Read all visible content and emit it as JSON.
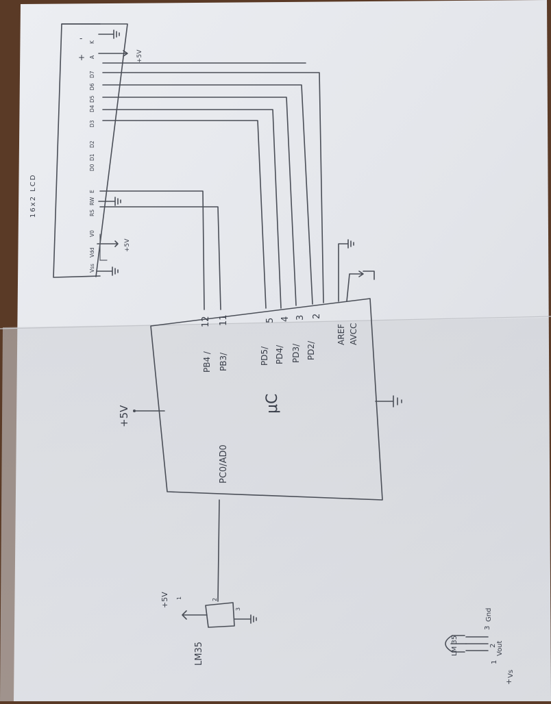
{
  "lcd": {
    "title": "16x2 LCD",
    "pins": [
      "Vss",
      "Vdd",
      "V0",
      "RS",
      "RW",
      "E",
      "D0",
      "D1",
      "D2",
      "D3",
      "D4",
      "D5",
      "D6",
      "D7",
      "A",
      "K"
    ],
    "plus": "+",
    "minus": "-",
    "supply": "+5V"
  },
  "mcu": {
    "label": "μC",
    "supply": "+5V",
    "pins": [
      {
        "num": "12",
        "name": "PB4 /"
      },
      {
        "num": "11",
        "name": "PB3/"
      },
      {
        "num": "5",
        "name": "PD5/"
      },
      {
        "num": "4",
        "name": "PD4/"
      },
      {
        "num": "3",
        "name": "PD3/"
      },
      {
        "num": "2",
        "name": "PD2/"
      }
    ],
    "aref": "AREF",
    "avcc": "AVCC",
    "adc_pin": "PC0/AD0"
  },
  "sensor": {
    "label": "LM35",
    "supply": "+5V",
    "pin1": "1",
    "pin2": "2",
    "pin3": "3"
  },
  "pinout": {
    "chip": "LM 35",
    "n1": "1",
    "n2": "2",
    "n3": "3",
    "plus": "+",
    "vs": "Vs",
    "vout": "Vout",
    "gnd": "Gnd"
  },
  "colors": {
    "paper": "#e6e8ec",
    "ink": "#4a4e57",
    "table": "#5a3a26"
  }
}
